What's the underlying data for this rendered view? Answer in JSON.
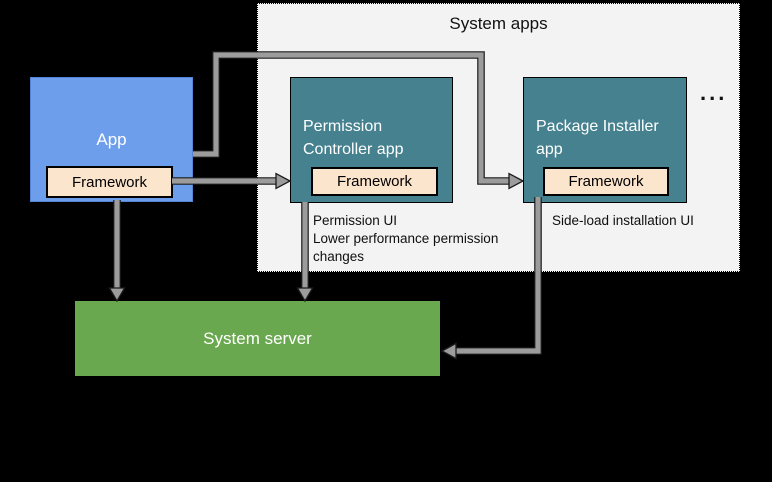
{
  "groups": {
    "system_apps": {
      "label": "System apps"
    }
  },
  "boxes": {
    "app": {
      "label": "App",
      "framework": {
        "label": "Framework"
      }
    },
    "permission_controller": {
      "label": "Permission Controller app",
      "framework": {
        "label": "Framework"
      },
      "notes": [
        "Permission UI",
        "Lower performance permission changes"
      ]
    },
    "package_installer": {
      "label": "Package Installer app",
      "framework": {
        "label": "Framework"
      },
      "notes": [
        "Side-load installation UI"
      ]
    },
    "system_server": {
      "label": "System server"
    }
  },
  "ellipsis": "...",
  "colors": {
    "background": "#000000",
    "group_gray": "#f3f3f3",
    "app_blue": "#6d9eeb",
    "teal": "#45818e",
    "framework_peach": "#fce5cd",
    "server_green": "#6aa84f",
    "arrow_gray": "#9c9c9c"
  }
}
